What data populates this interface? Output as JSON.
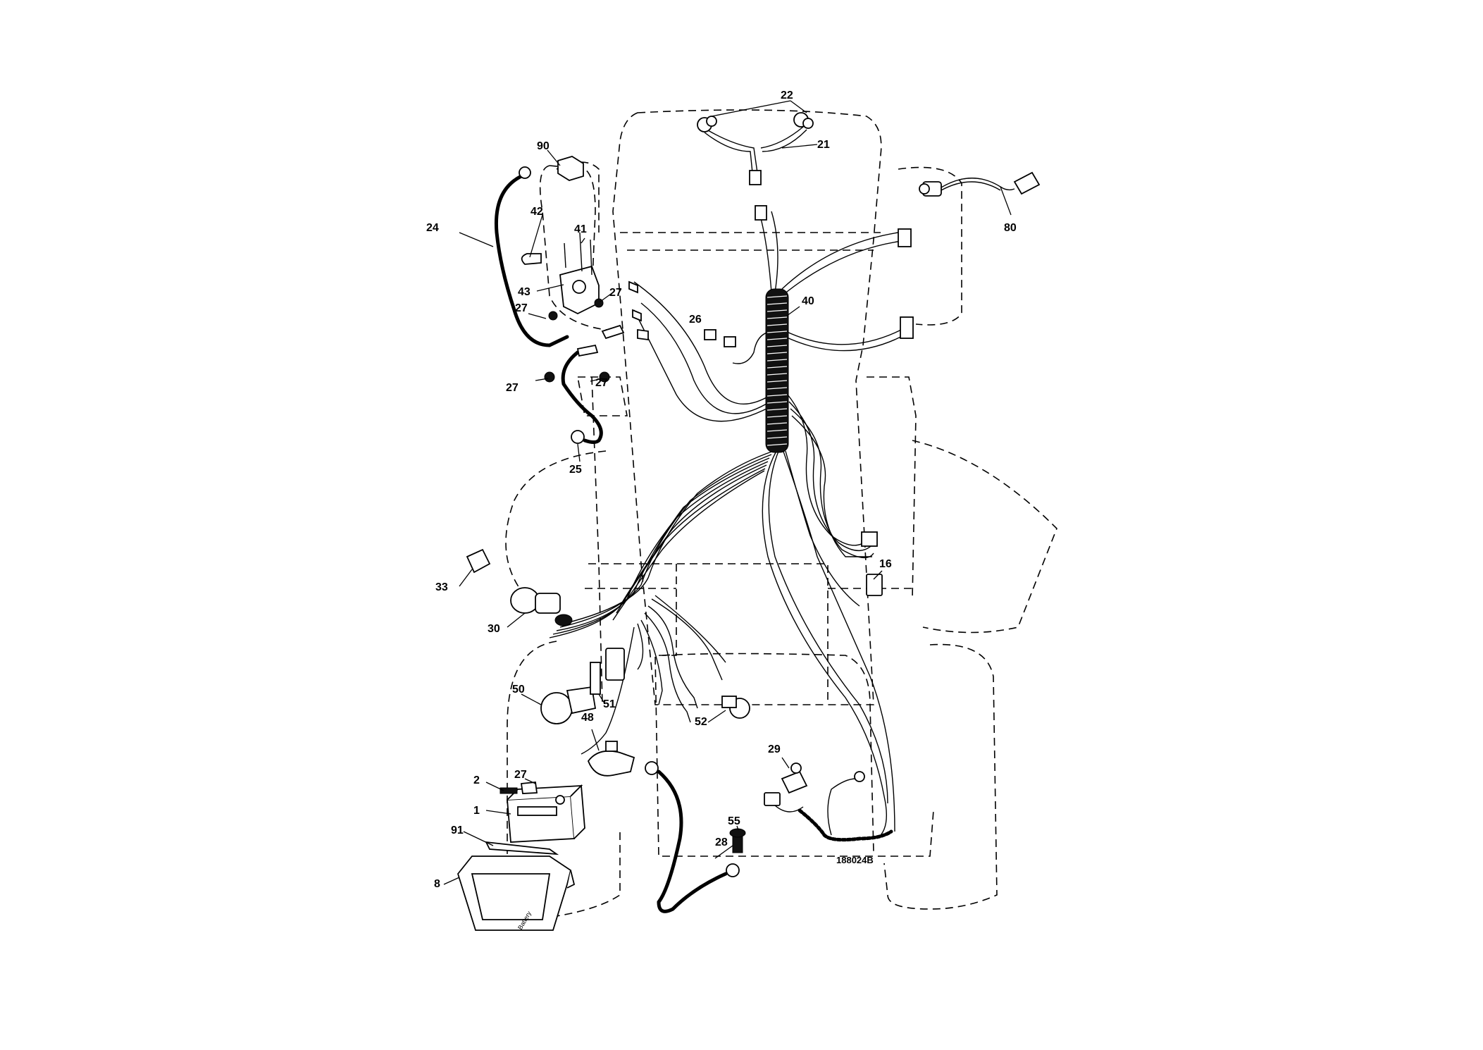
{
  "diagram": {
    "drawing_number": "188024B",
    "battery_label": "Battery",
    "callouts": {
      "c1": "1",
      "c2": "2",
      "c8": "8",
      "c16": "16",
      "c21": "21",
      "c22": "22",
      "c24": "24",
      "c25": "25",
      "c26": "26",
      "c27a": "27",
      "c27b": "27",
      "c27c": "27",
      "c27d": "27",
      "c27e": "27",
      "c28": "28",
      "c29": "29",
      "c30": "30",
      "c33": "33",
      "c40": "40",
      "c41": "41",
      "c42": "42",
      "c43": "43",
      "c48": "48",
      "c50": "50",
      "c51": "51",
      "c52": "52",
      "c55": "55",
      "c80": "80",
      "c90": "90",
      "c91": "91"
    }
  }
}
